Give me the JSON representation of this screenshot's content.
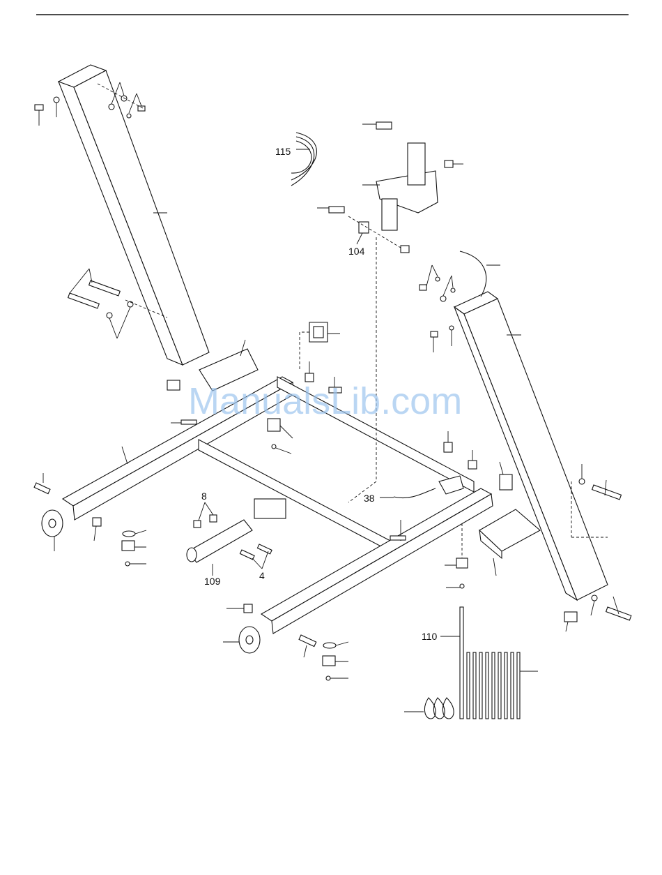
{
  "labels": {
    "part_115": "115",
    "part_104": "104",
    "part_38": "38",
    "part_8": "8",
    "part_109": "109",
    "part_4": "4",
    "part_110": "110"
  },
  "watermark": "ManualsLib.com"
}
